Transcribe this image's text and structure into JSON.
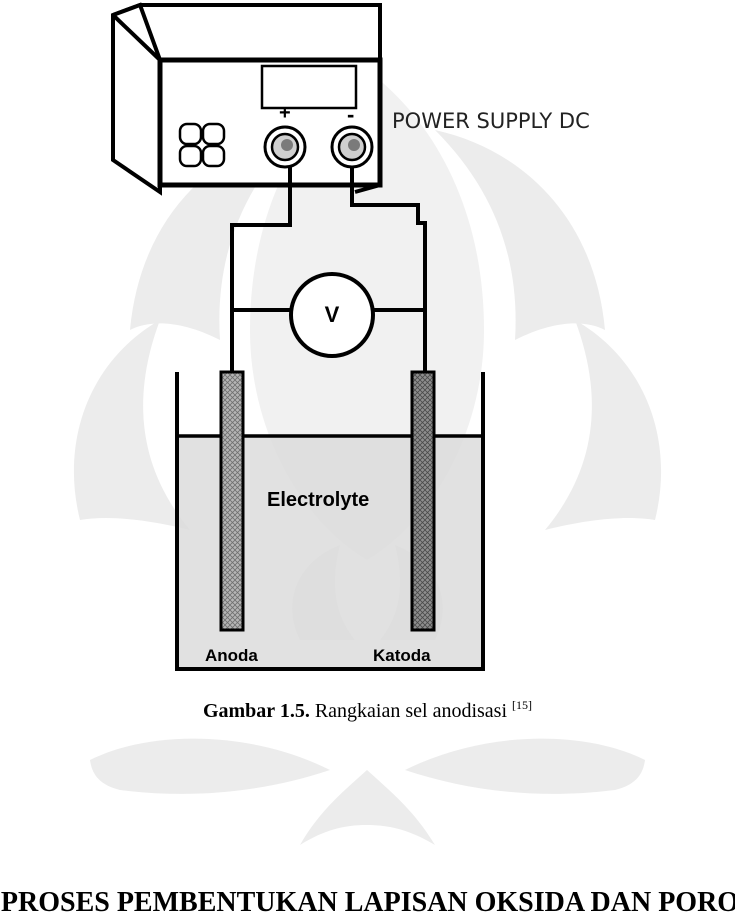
{
  "diagram": {
    "power_supply_label": "POWER SUPPLY DC",
    "plus_sign": "+",
    "minus_sign": "-",
    "voltmeter_label": "V",
    "electrolyte_label": "Electrolyte",
    "anode_label": "Anoda",
    "cathode_label": "Katoda"
  },
  "caption": {
    "prefix": "Gambar 1.5.",
    "text": " Rangkaian sel anodisasi ",
    "reference": "[15]"
  },
  "section_heading": "PROSES PEMBENTUKAN LAPISAN OKSIDA DAN PORO"
}
